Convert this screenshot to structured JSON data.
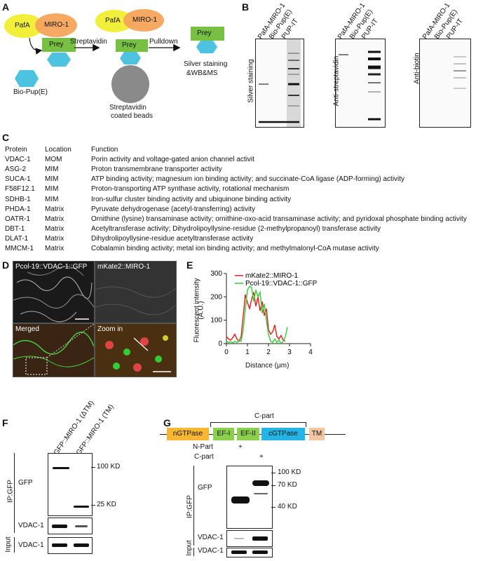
{
  "panel_labels": {
    "A": "A",
    "B": "B",
    "C": "C",
    "D": "D",
    "E": "E",
    "F": "F",
    "G": "G"
  },
  "panelA": {
    "pafa": "PafA",
    "miro": "MIRO-1",
    "prey": "Prey",
    "bio_pup": "Bio-Pup(E)",
    "streptavidin": "Streptavidin",
    "pulldown": "Pulldown",
    "beads_line1": "Streptavidin",
    "beads_line2": "coated beads",
    "stain_line1": "Silver staining",
    "stain_line2": "&WB&MS"
  },
  "panelB": {
    "lanes": [
      "PafA-MIRO-1",
      "Bio-Pup(E)",
      "PUP-IT"
    ],
    "blot_labels": [
      "Silver staining",
      "Anti-streptavidin",
      "Anti-biotin"
    ]
  },
  "panelC": {
    "headers": [
      "Protein",
      "Location",
      "Function"
    ],
    "rows": [
      [
        "VDAC-1",
        "MOM",
        "Porin activity and voltage-gated anion channel activit"
      ],
      [
        "ASG-2",
        "MIM",
        "Proton transmembrane transporter activity"
      ],
      [
        "SUCA-1",
        "MIM",
        "ATP binding activity; magnesium ion binding activity; and succinate-CoA ligase (ADP-forming) activity"
      ],
      [
        "F58F12.1",
        "MIM",
        "Proton-transporting ATP synthase activity, rotational mechanism"
      ],
      [
        "SDHB-1",
        "MIM",
        "Iron-sulfur cluster binding activity and ubiquinone binding activity"
      ],
      [
        "PHDA-1",
        "Matrix",
        "Pyruvate dehydrogenase (acetyl-transferring) activity"
      ],
      [
        "OATR-1",
        "Matrix",
        "Ornithine (lysine) transaminase activity; ornithine-oxo-acid transaminase activity; and pyridoxal phosphate binding activity"
      ],
      [
        "DBT-1",
        "Matrix",
        "Acetyltransferase activity; Dihydrolipoyllysine-residue (2-methylpropanoyl) transferase activity"
      ],
      [
        "DLAT-1",
        "Matrix",
        "Dihydrolipoyllysine-residue acetyltransferase activity"
      ],
      [
        "MMCM-1",
        "Matrix",
        "Cobalamin binding activity; metal ion binding activity; and methylmalonyl-CoA mutase activity"
      ]
    ]
  },
  "panelD": {
    "tiles": [
      "Pcol-19::VDAC-1::GFP",
      "mKate2::MIRO-1",
      "Merged",
      "Zoom in"
    ]
  },
  "chart_data": {
    "type": "line",
    "xlabel": "Distance (μm)",
    "ylabel_line1": "Fluorescent intensity",
    "ylabel_line2": "(A.U.)",
    "xlim": [
      0,
      4
    ],
    "ylim": [
      0,
      300
    ],
    "xticks": [
      "0",
      "1",
      "2",
      "3",
      "4"
    ],
    "yticks": [
      "0",
      "100",
      "200",
      "300"
    ],
    "series": [
      {
        "name": "mKate2::MIRO-1",
        "color": "#e31a1c",
        "x": [
          0,
          0.1,
          0.2,
          0.3,
          0.4,
          0.5,
          0.6,
          0.7,
          0.8,
          0.9,
          1.0,
          1.1,
          1.2,
          1.3,
          1.4,
          1.5,
          1.6,
          1.7,
          1.8,
          1.9,
          2.0,
          2.1,
          2.2,
          2.3,
          2.4,
          2.5,
          2.6,
          2.7,
          2.8
        ],
        "y": [
          30,
          20,
          15,
          25,
          40,
          20,
          10,
          30,
          120,
          210,
          175,
          150,
          190,
          220,
          160,
          200,
          140,
          180,
          120,
          150,
          60,
          40,
          50,
          80,
          30,
          20,
          35,
          15,
          10
        ]
      },
      {
        "name": "Pcol-19::VDAC-1::GFP",
        "color": "#33cc33",
        "x": [
          0,
          0.1,
          0.2,
          0.3,
          0.4,
          0.5,
          0.6,
          0.7,
          0.8,
          0.9,
          1.0,
          1.1,
          1.2,
          1.3,
          1.4,
          1.5,
          1.6,
          1.7,
          1.8,
          1.9,
          2.0,
          2.1,
          2.2,
          2.3,
          2.4,
          2.5,
          2.6,
          2.7,
          2.8,
          2.9
        ],
        "y": [
          10,
          5,
          8,
          3,
          10,
          5,
          15,
          10,
          60,
          150,
          230,
          245,
          240,
          180,
          230,
          200,
          220,
          130,
          170,
          100,
          40,
          10,
          5,
          20,
          5,
          15,
          0,
          10,
          30,
          70
        ]
      }
    ]
  },
  "panelF": {
    "lanes": [
      "GFP::MIRO-1 (ΔTM)",
      "GFP::MIRO-1 (TM)"
    ],
    "ip": "IP:GFP",
    "input": "Input",
    "gfp": "GFP",
    "vdac": "VDAC-1",
    "kd_100": "100 KD",
    "kd_25": "25 KD"
  },
  "panelG": {
    "domains": [
      "nGTPase",
      "EF-I",
      "EF-II",
      "cGTPase",
      "TM"
    ],
    "cpart_label": "C-part",
    "row1": "N-Part",
    "row2": "C-part",
    "plus": "+",
    "ip": "IP:GFP",
    "input": "Input",
    "gfp": "GFP",
    "vdac": "VDAC-1",
    "kd_100": "100 KD",
    "kd_70": "70 KD",
    "kd_40": "40 KD"
  }
}
